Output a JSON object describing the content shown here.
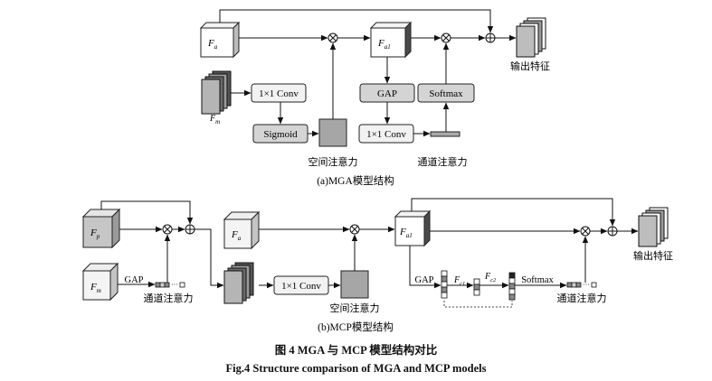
{
  "panel_a": {
    "fa": "F",
    "fa_sub": "a",
    "fm": "F",
    "fm_sub": "m",
    "fa1": "F",
    "fa1_sub": "a1",
    "conv1": "1×1 Conv",
    "sigmoid": "Sigmoid",
    "gap": "GAP",
    "softmax": "Softmax",
    "conv2": "1×1 Conv",
    "spatial_attention": "空间注意力",
    "channel_attention": "通道注意力",
    "output": "输出特征",
    "caption": "(a)MGA模型结构"
  },
  "panel_b": {
    "fp": "F",
    "fp_sub": "p",
    "fm": "F",
    "fm_sub": "m",
    "fa": "F",
    "fa_sub": "a",
    "fa1": "F",
    "fa1_sub": "a1",
    "gap_left": "GAP",
    "channel_attention_left": "通道注意力",
    "conv": "1×1 Conv",
    "spatial_attention": "空间注意力",
    "gap_right": "GAP",
    "fc1": "F",
    "fc1_sub": "c1",
    "fc2": "F",
    "fc2_sub": "c2",
    "softmax": "Softmax",
    "channel_attention_right": "通道注意力",
    "output": "输出特征",
    "caption": "(b)MCP模型结构"
  },
  "figure": {
    "caption_cn": "图 4    MGA 与 MCP 模型结构对比",
    "caption_en": "Fig.4    Structure comparison of MGA and MCP models"
  }
}
